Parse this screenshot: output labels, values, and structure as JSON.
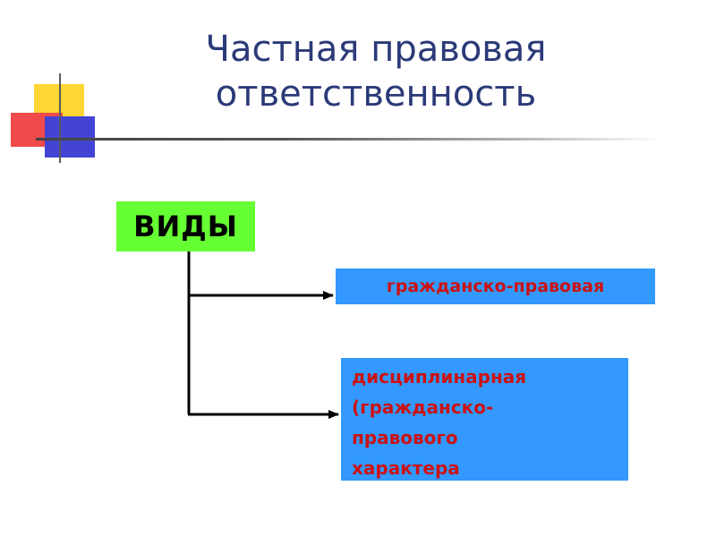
{
  "title": {
    "line1": "Частная правовая",
    "line2": "ответственность"
  },
  "diagram": {
    "root_label": "ВИДЫ",
    "children": [
      {
        "label": "гражданско-правовая"
      },
      {
        "lines": [
          "дисциплинарная",
          "(гражданско-",
          "правового",
          "характера"
        ]
      }
    ]
  },
  "colors": {
    "title": "#2b3a78",
    "root_fill": "#66ff33",
    "child_fill": "#3399ff",
    "child_text": "#cc1111",
    "connector": "#000000"
  }
}
